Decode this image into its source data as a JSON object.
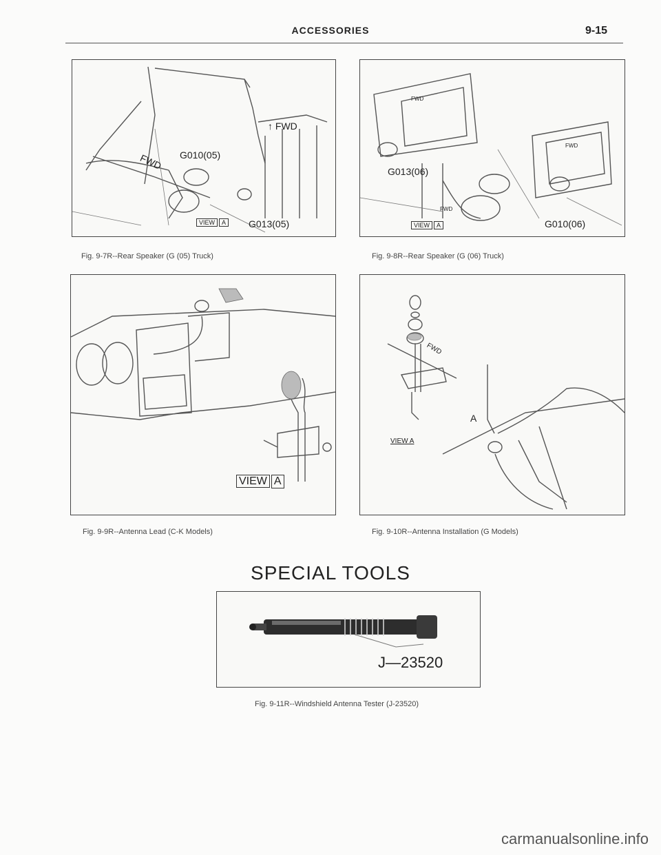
{
  "header": {
    "title": "ACCESSORIES",
    "page_number": "9-15"
  },
  "figures": [
    {
      "labels": {
        "fwd_top": "FWD",
        "fwd_left": "FWD",
        "part_a": "G010(05)",
        "part_b": "G013(05)",
        "view_word": "VIEW",
        "view_letter": "A"
      },
      "caption": "Fig. 9-7R--Rear Speaker (G (05) Truck)"
    },
    {
      "labels": {
        "fwd_top": "FWD",
        "fwd_right": "FWD",
        "fwd_low": "FWD",
        "part_a": "G013(06)",
        "part_b": "G010(06)",
        "view_word": "VIEW",
        "view_letter": "A"
      },
      "caption": "Fig. 9-8R--Rear Speaker (G (06) Truck)"
    },
    {
      "labels": {
        "view_word": "VIEW",
        "view_letter": "A"
      },
      "caption": "Fig. 9-9R--Antenna Lead (C-K Models)"
    },
    {
      "labels": {
        "fwd": "FWD",
        "view": "VIEW A",
        "a": "A"
      },
      "caption": "Fig. 9-10R--Antenna Installation (G Models)"
    }
  ],
  "special_tools": {
    "title": "SPECIAL TOOLS",
    "tool_number": "J—23520",
    "caption": "Fig. 9-11R--Windshield Antenna Tester (J-23520)"
  },
  "footer": {
    "watermark": "carmanualsonline.info"
  }
}
